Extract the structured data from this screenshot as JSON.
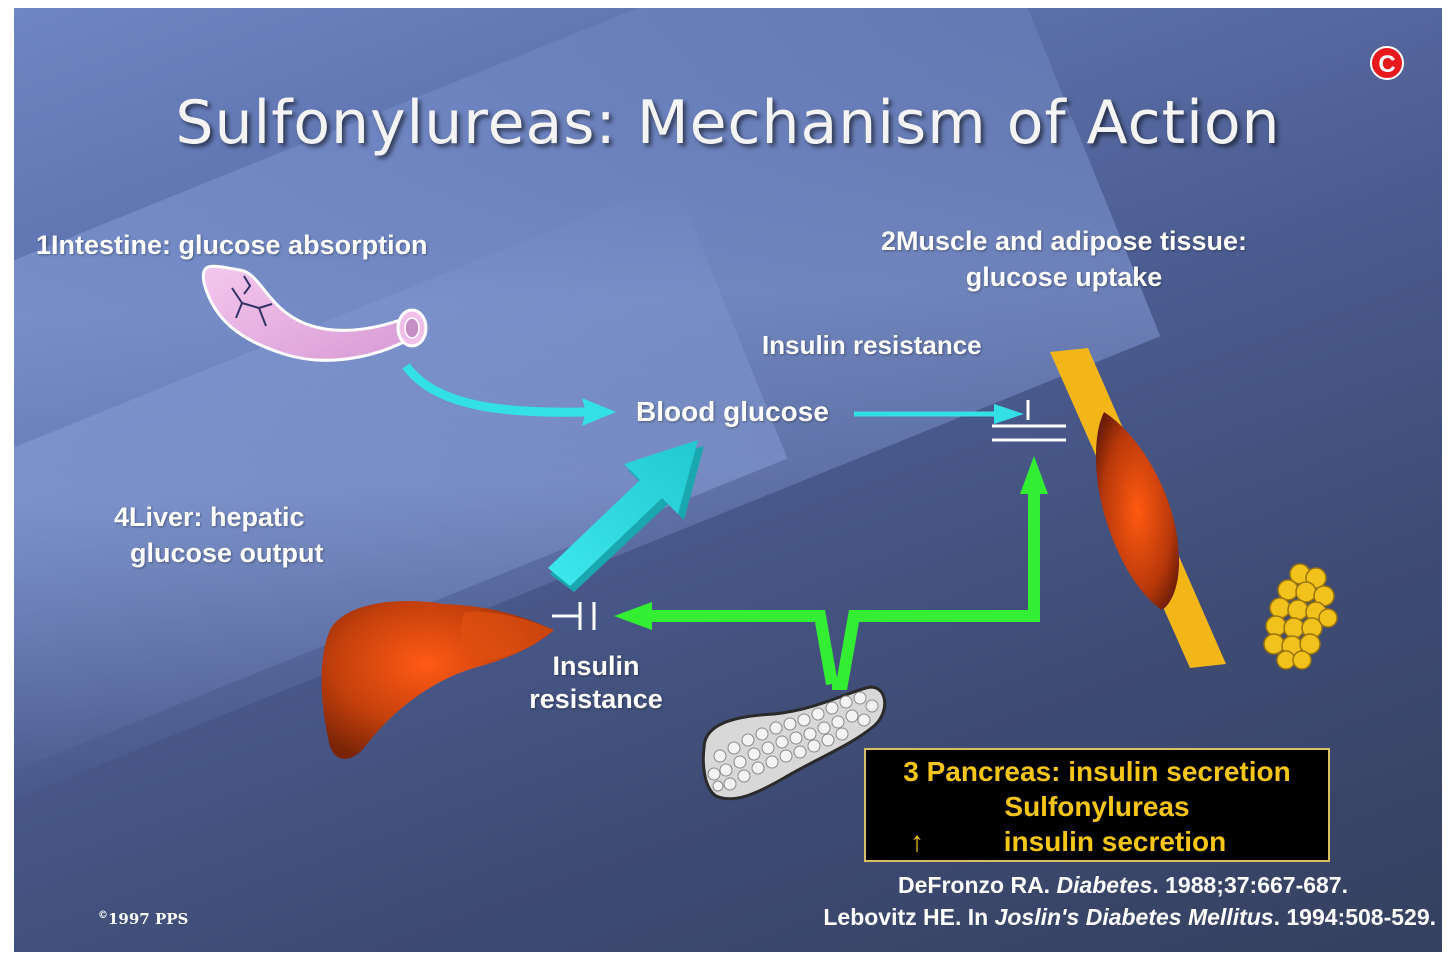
{
  "slide": {
    "title": "Sulfonylureas: Mechanism of Action",
    "copyright_badge": "C",
    "labels": {
      "intestine": "1Intestine: glucose absorption",
      "muscle_line1": "2Muscle and adipose tissue:",
      "muscle_line2": "glucose uptake",
      "insulin_resistance_top": "Insulin resistance",
      "blood_glucose": "Blood glucose",
      "liver_line1": "4Liver: hepatic",
      "liver_line2": "glucose output",
      "insulin_resistance_bottom_line1": "Insulin",
      "insulin_resistance_bottom_line2": "resistance"
    },
    "pancreas_box": {
      "line1": "3 Pancreas: insulin secretion",
      "line2": "Sulfonylureas",
      "arrow_glyph": "↑",
      "line3": "insulin secretion"
    },
    "references": [
      {
        "author": "DeFronzo RA. ",
        "journal": "Diabetes",
        "rest": ". 1988;37:667-687."
      },
      {
        "author": "Lebovitz HE. In ",
        "journal": "Joslin's Diabetes Mellitus",
        "rest": ". 1994:508-529."
      }
    ],
    "footer": {
      "symbol": "©",
      "text": "1997 PPS"
    },
    "colors": {
      "background_top": "#6f86c4",
      "background_bottom": "#35405f",
      "cyan_arrow": "#33e0e6",
      "green_arrow": "#33ee33",
      "box_text": "#f5c518",
      "badge": "#e8191d"
    },
    "icons": [
      "intestine-icon",
      "liver-icon",
      "pancreas-icon",
      "muscle-icon",
      "fat-cells-icon",
      "inhibition-symbol"
    ]
  }
}
